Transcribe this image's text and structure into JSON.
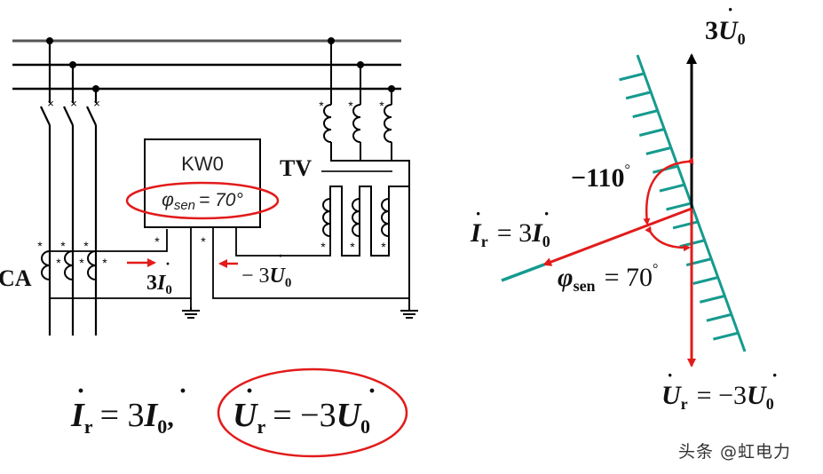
{
  "colors": {
    "wire": "#000000",
    "accent_red": "#e21b1b",
    "boundary_teal": "#169a8e",
    "label": "#111111"
  },
  "circuit": {
    "ct_label": "CA",
    "tv_label": "TV",
    "relay": {
      "name": "KW0",
      "setting_symbol": "φ",
      "setting_sub": "sen",
      "setting_value": "= 70°"
    },
    "current_label": {
      "coef": "3",
      "sym": "I",
      "sub": "0"
    },
    "voltage_label": {
      "coef": "− 3",
      "sym": "U",
      "sub": "0"
    },
    "polarity_mark": "*",
    "breaker_mark": "×"
  },
  "equation": {
    "left": {
      "sym": "I",
      "sub": "r",
      "eq": "= 3",
      "sym2": "I",
      "sub2": "0",
      "sep": ","
    },
    "right": {
      "sym": "U",
      "sub": "r",
      "eq": "= −3",
      "sym2": "U",
      "sub2": "0"
    }
  },
  "phasor": {
    "reference": {
      "coef": "3",
      "sym": "U",
      "sub": "0"
    },
    "current": {
      "sym": "I",
      "sub": "r",
      "eq": "= 3",
      "sym2": "I",
      "sub2": "0"
    },
    "voltage": {
      "sym": "U",
      "sub": "r",
      "eq": "= −3",
      "sym2": "U",
      "sub2": "0"
    },
    "angle_neg": {
      "value": "−110",
      "unit": "°"
    },
    "angle_sen": {
      "sym": "φ",
      "sub": "sen",
      "eq": "= 70",
      "unit": "°"
    },
    "sensitivity_angle_deg": 70,
    "boundary_angle_deg": -110
  },
  "watermark": "头条 @虹电力"
}
